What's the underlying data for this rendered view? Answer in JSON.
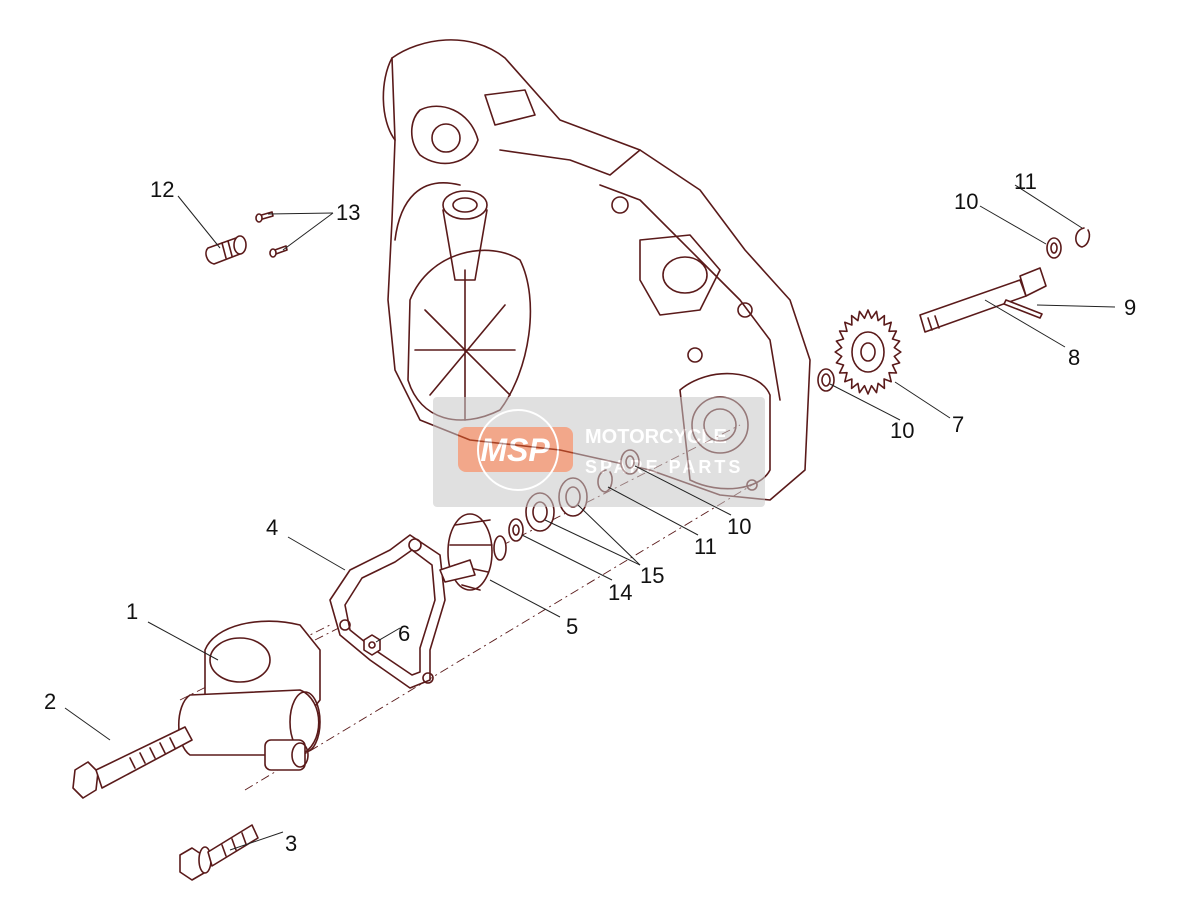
{
  "callouts": [
    {
      "id": "1",
      "label": "1"
    },
    {
      "id": "2",
      "label": "2"
    },
    {
      "id": "3",
      "label": "3"
    },
    {
      "id": "4",
      "label": "4"
    },
    {
      "id": "5",
      "label": "5"
    },
    {
      "id": "6",
      "label": "6"
    },
    {
      "id": "7",
      "label": "7"
    },
    {
      "id": "8",
      "label": "8"
    },
    {
      "id": "9",
      "label": "9"
    },
    {
      "id": "10a",
      "label": "10"
    },
    {
      "id": "10b",
      "label": "10"
    },
    {
      "id": "10c",
      "label": "10"
    },
    {
      "id": "11a",
      "label": "11"
    },
    {
      "id": "11b",
      "label": "11"
    },
    {
      "id": "12",
      "label": "12"
    },
    {
      "id": "13",
      "label": "13"
    },
    {
      "id": "14",
      "label": "14"
    },
    {
      "id": "15",
      "label": "15"
    }
  ],
  "watermark": {
    "badge": "MSP",
    "line1": "MOTORCYCLE",
    "line2": "SPARE PARTS",
    "badge_color": "#e8612c"
  },
  "colors": {
    "line_art": "#5a1a1a",
    "callout_text": "#111111"
  }
}
